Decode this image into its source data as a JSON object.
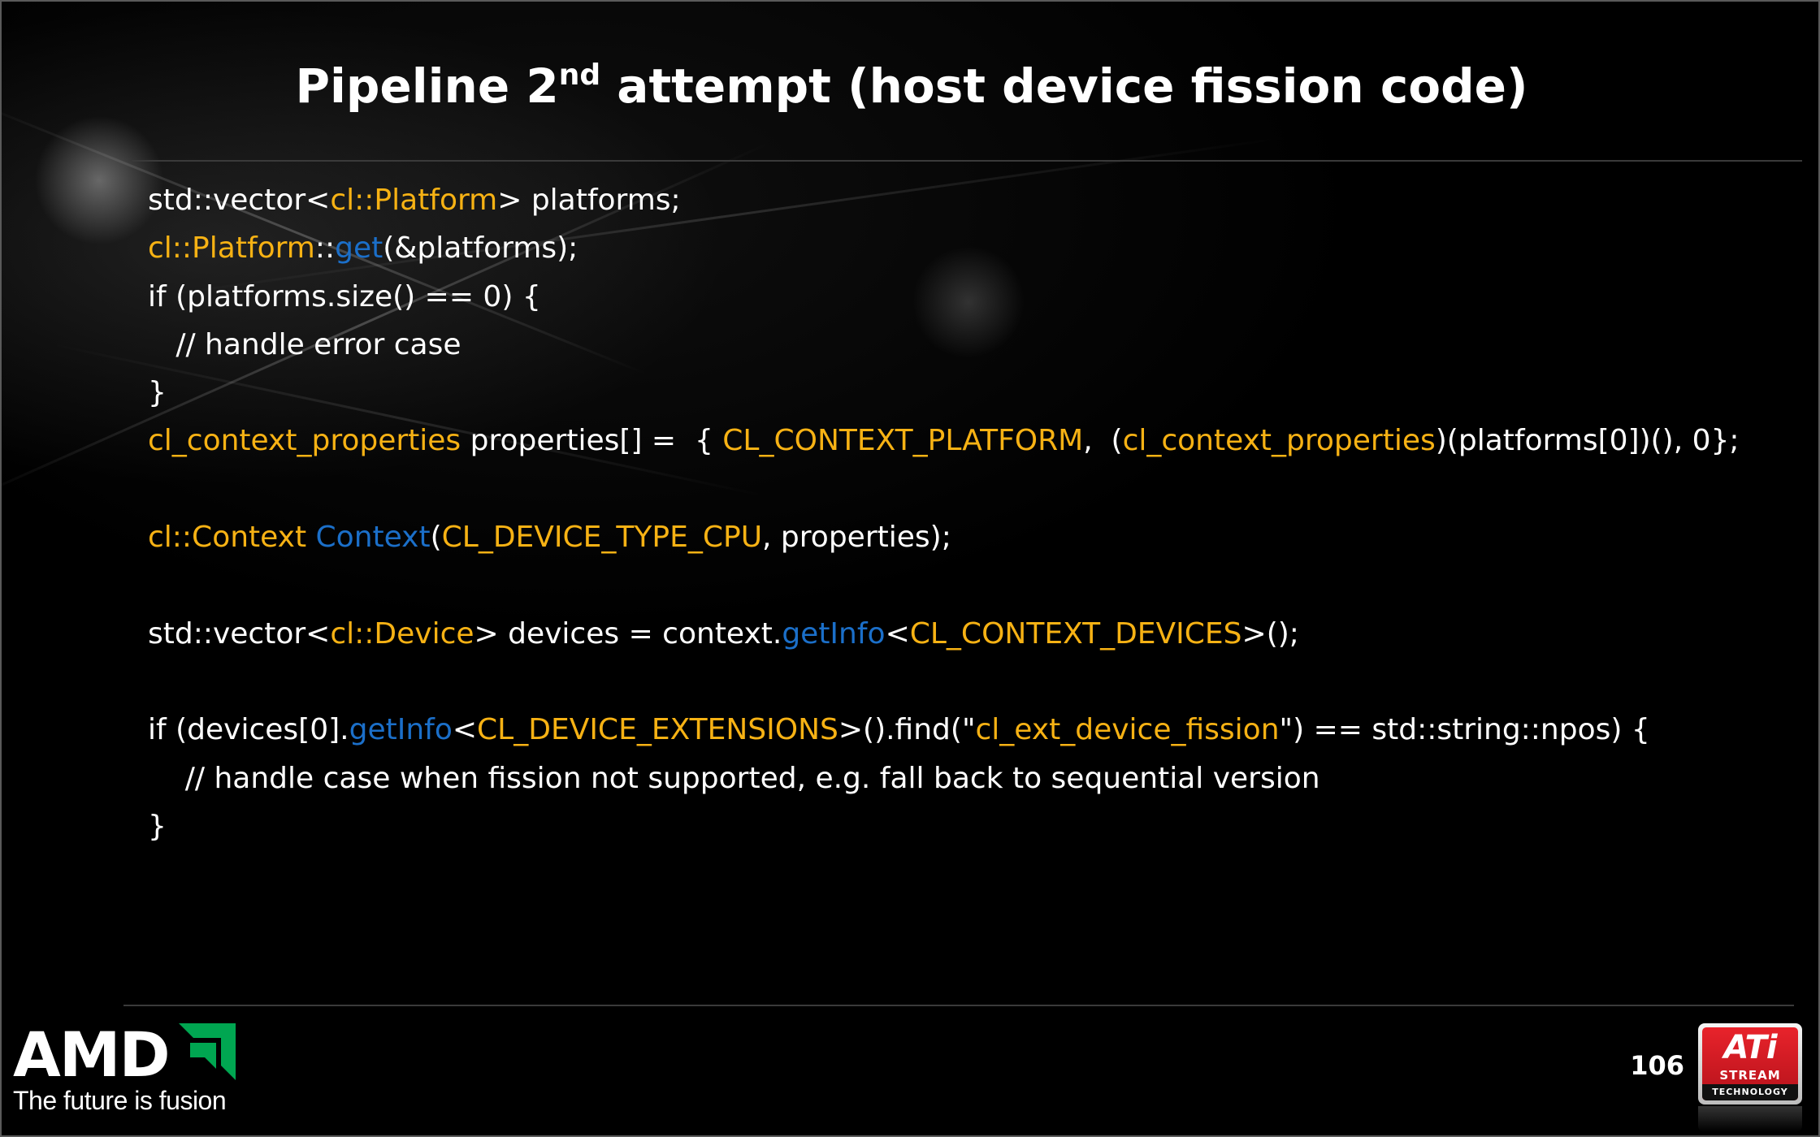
{
  "slide": {
    "title_main": "Pipeline 2",
    "title_sup": "nd",
    "title_rest": " attempt (host device fission code)",
    "page_number": "106"
  },
  "colors": {
    "background": "#000000",
    "text": "#ffffff",
    "keyword_yellow": "#f7b214",
    "function_blue": "#1b6fc9",
    "amd_green": "#00a651",
    "ati_red": "#e8232b"
  },
  "code_lines": [
    [
      {
        "t": "std::vector<"
      },
      {
        "t": "cl::Platform",
        "c": "y"
      },
      {
        "t": "> platforms;"
      }
    ],
    [
      {
        "t": "cl::Platform",
        "c": "y"
      },
      {
        "t": "::"
      },
      {
        "t": "get",
        "c": "b"
      },
      {
        "t": "(&platforms);"
      }
    ],
    [
      {
        "t": "if (platforms.size() == 0) {"
      }
    ],
    [
      {
        "t": "   // handle error case"
      }
    ],
    [
      {
        "t": "}"
      }
    ],
    [
      {
        "t": "cl_context_properties",
        "c": "y"
      },
      {
        "t": " properties[] =  { "
      },
      {
        "t": "CL_CONTEXT_PLATFORM",
        "c": "y"
      },
      {
        "t": ",  ("
      },
      {
        "t": "cl_context_properties",
        "c": "y"
      },
      {
        "t": ")(platforms[0])(), 0};"
      }
    ],
    [],
    [
      {
        "t": "cl::Context",
        "c": "y"
      },
      {
        "t": " "
      },
      {
        "t": "Context",
        "c": "b"
      },
      {
        "t": "("
      },
      {
        "t": "CL_DEVICE_TYPE_CPU",
        "c": "y"
      },
      {
        "t": ", properties);"
      }
    ],
    [],
    [
      {
        "t": "std::vector<"
      },
      {
        "t": "cl::Device",
        "c": "y"
      },
      {
        "t": "> devices = context."
      },
      {
        "t": "getInfo",
        "c": "b"
      },
      {
        "t": "<"
      },
      {
        "t": "CL_CONTEXT_DEVICES",
        "c": "y"
      },
      {
        "t": ">();"
      }
    ],
    [],
    [
      {
        "t": "if (devices[0]."
      },
      {
        "t": "getInfo",
        "c": "b"
      },
      {
        "t": "<"
      },
      {
        "t": "CL_DEVICE_EXTENSIONS",
        "c": "y"
      },
      {
        "t": ">().find(\""
      },
      {
        "t": "cl_ext_device_fission",
        "c": "y"
      },
      {
        "t": "\") == std::string::npos) {"
      }
    ],
    [
      {
        "t": "    // handle case when fission not supported, e.g. fall back to sequential version"
      }
    ],
    [
      {
        "t": "}"
      }
    ]
  ],
  "footer": {
    "amd_wordmark": "AMD",
    "amd_logo_icon": "amd-arrow-icon",
    "tagline": "The future is fusion",
    "ati_word": "ATi",
    "ati_stream": "STREAM",
    "ati_technology": "TECHNOLOGY"
  }
}
